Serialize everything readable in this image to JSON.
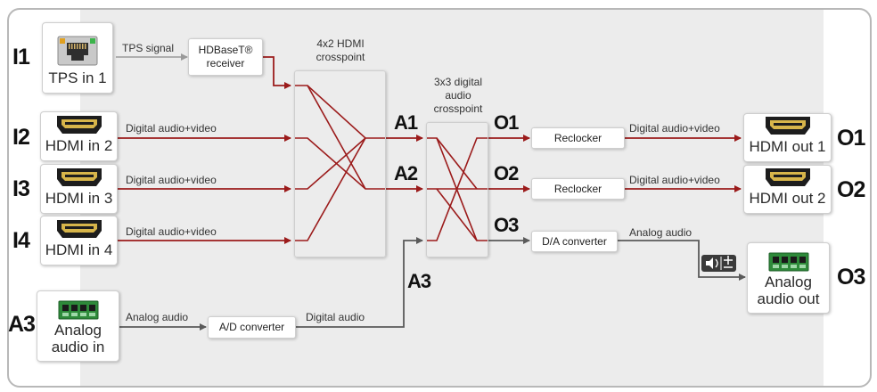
{
  "inputs": [
    {
      "id": "I1",
      "label": "TPS in 1",
      "icon": "rj45-port-icon"
    },
    {
      "id": "I2",
      "label": "HDMI in 2",
      "icon": "hdmi-port-icon"
    },
    {
      "id": "I3",
      "label": "HDMI in 3",
      "icon": "hdmi-port-icon"
    },
    {
      "id": "I4",
      "label": "HDMI in 4",
      "icon": "hdmi-port-icon"
    },
    {
      "id": "A3",
      "label_line1": "Analog",
      "label_line2": "audio in",
      "icon": "terminal-block-icon"
    }
  ],
  "outputs": [
    {
      "id": "O1",
      "label": "HDMI out 1",
      "icon": "hdmi-port-icon"
    },
    {
      "id": "O2",
      "label": "HDMI out 2",
      "icon": "hdmi-port-icon"
    },
    {
      "id": "O3",
      "label_line1": "Analog",
      "label_line2": "audio out",
      "icon": "terminal-block-icon"
    }
  ],
  "processors": {
    "hdbaset_line1": "HDBaseT®",
    "hdbaset_line2": "receiver",
    "reclocker1": "Reclocker",
    "reclocker2": "Reclocker",
    "da_converter": "D/A converter",
    "ad_converter": "A/D converter"
  },
  "crosspoints": {
    "hdmi_line1": "4x2 HDMI",
    "hdmi_line2": "crosspoint",
    "audio_line1": "3x3 digital",
    "audio_line2": "audio",
    "audio_line3": "crosspoint"
  },
  "signal_labels": {
    "tps": "TPS signal",
    "in2": "Digital audio+video",
    "in3": "Digital audio+video",
    "in4": "Digital audio+video",
    "analog_in": "Analog audio",
    "digital_audio": "Digital audio",
    "out1": "Digital audio+video",
    "out2": "Digital audio+video",
    "analog_out": "Analog audio"
  },
  "internal_ports": {
    "a1": "A1",
    "a2": "A2",
    "a3": "A3",
    "o1": "O1",
    "o2": "O2",
    "o3": "O3"
  },
  "colors": {
    "video_path": "#9b1b1b",
    "analog_path": "#5a5a5a",
    "tps_path": "#999999"
  }
}
